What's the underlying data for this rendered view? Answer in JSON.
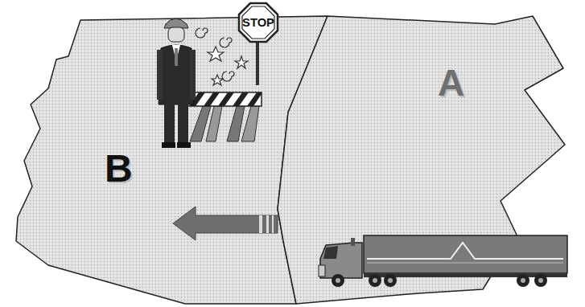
{
  "diagram": {
    "nodes": [
      {
        "text": [
          "B"
        ]
      },
      {
        "text": [
          "A"
        ]
      }
    ],
    "labels": [
      "STOP"
    ]
  }
}
